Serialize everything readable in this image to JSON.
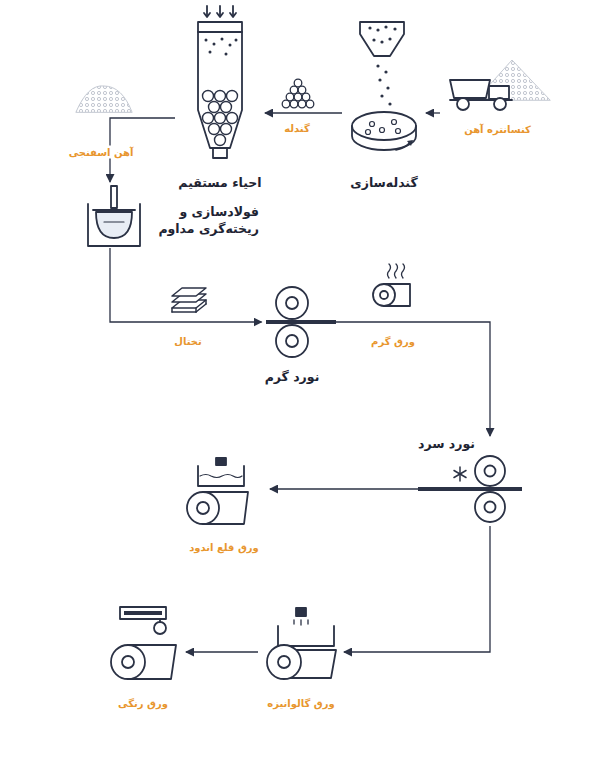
{
  "diagram": {
    "nodes": [
      {
        "text": [
          "کنسانتره آهن"
        ]
      },
      {
        "text": [
          "گندله‌سازی"
        ]
      },
      {
        "text": [
          "احیاء مستقیم"
        ]
      },
      {
        "text": [
          "فولادسازی و ریخته‌گری مداوم"
        ]
      },
      {
        "text": [
          "نورد گرم"
        ]
      },
      {
        "text": [
          "نورد سرد"
        ]
      },
      {
        "text": [
          "ورق قلع اندود"
        ]
      },
      {
        "text": [
          "ورق گالوانیزه"
        ]
      },
      {
        "text": [
          "ورق رنگی"
        ]
      }
    ],
    "edges": [
      {
        "from": 0,
        "to": 1,
        "arrow": "to"
      },
      {
        "from": 1,
        "to": 2,
        "label": "گندله",
        "arrow": "to"
      },
      {
        "from": 2,
        "to": 3,
        "label": "آهن اسفنجی",
        "arrow": "to"
      },
      {
        "from": 3,
        "to": 4,
        "label": "تختال",
        "arrow": "to"
      },
      {
        "from": 4,
        "to": 5,
        "label": "ورق گرم",
        "arrow": "to"
      },
      {
        "from": 5,
        "to": 6,
        "arrow": "to"
      },
      {
        "from": 5,
        "to": 7,
        "arrow": "to"
      },
      {
        "from": 7,
        "to": 8,
        "arrow": "to"
      }
    ]
  }
}
